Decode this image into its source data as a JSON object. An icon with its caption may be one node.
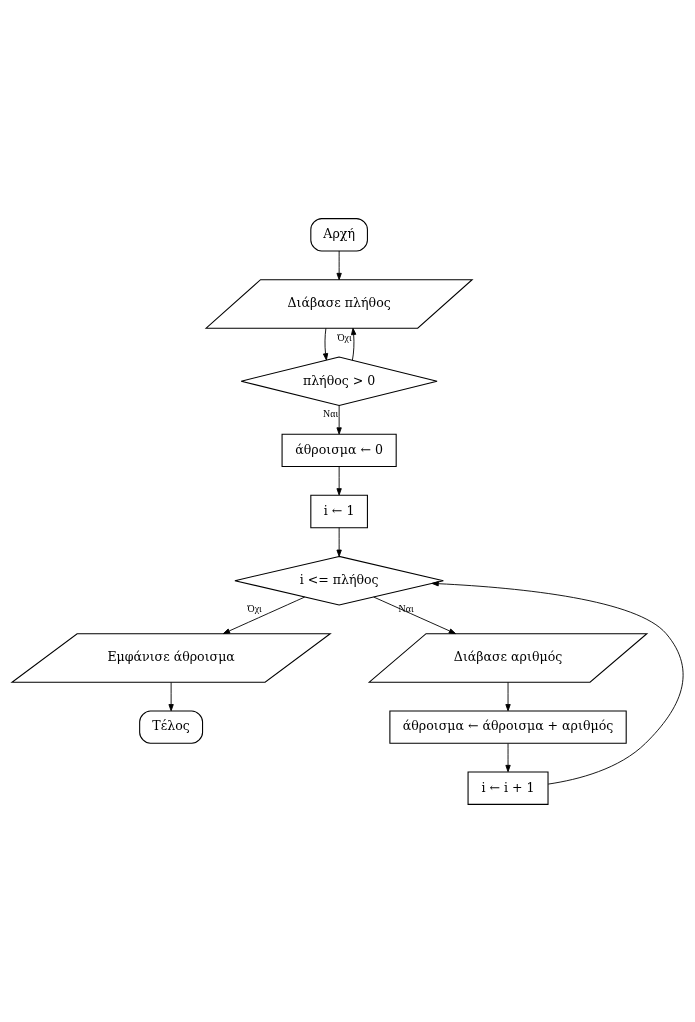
{
  "diagram": {
    "nodes": [
      {
        "text": [
          "Αρχή"
        ]
      },
      {
        "text": [
          "Διάβασε πλήθος"
        ]
      },
      {
        "text": [
          "πλήθος > 0"
        ]
      },
      {
        "text": [
          "άθροισμα ← 0"
        ]
      },
      {
        "text": [
          "i ← 1"
        ]
      },
      {
        "text": [
          "i <= πλήθος"
        ]
      },
      {
        "text": [
          "Εμφάνισε άθροισμα"
        ]
      },
      {
        "text": [
          "Διάβασε αριθμός"
        ]
      },
      {
        "text": [
          "Τέλος"
        ]
      },
      {
        "text": [
          "άθροισμα ← άθροισμα + αριθμός"
        ]
      },
      {
        "text": [
          "i ← i + 1"
        ]
      }
    ],
    "edges": [
      {
        "from": 0,
        "to": 1,
        "arrow": "to"
      },
      {
        "from": 1,
        "to": 2,
        "arrow": "to"
      },
      {
        "from": 2,
        "to": 1,
        "arrow": "to",
        "label": "Όχι"
      },
      {
        "from": 2,
        "to": 3,
        "arrow": "to",
        "label": "Ναι"
      },
      {
        "from": 3,
        "to": 4,
        "arrow": "to"
      },
      {
        "from": 4,
        "to": 5,
        "arrow": "to"
      },
      {
        "from": 5,
        "to": 6,
        "arrow": "to",
        "label": "Όχι"
      },
      {
        "from": 5,
        "to": 7,
        "arrow": "to",
        "label": "Ναι"
      },
      {
        "from": 6,
        "to": 8,
        "arrow": "to"
      },
      {
        "from": 7,
        "to": 9,
        "arrow": "to"
      },
      {
        "from": 9,
        "to": 10,
        "arrow": "to"
      },
      {
        "from": 10,
        "to": 5,
        "arrow": "to"
      }
    ]
  }
}
